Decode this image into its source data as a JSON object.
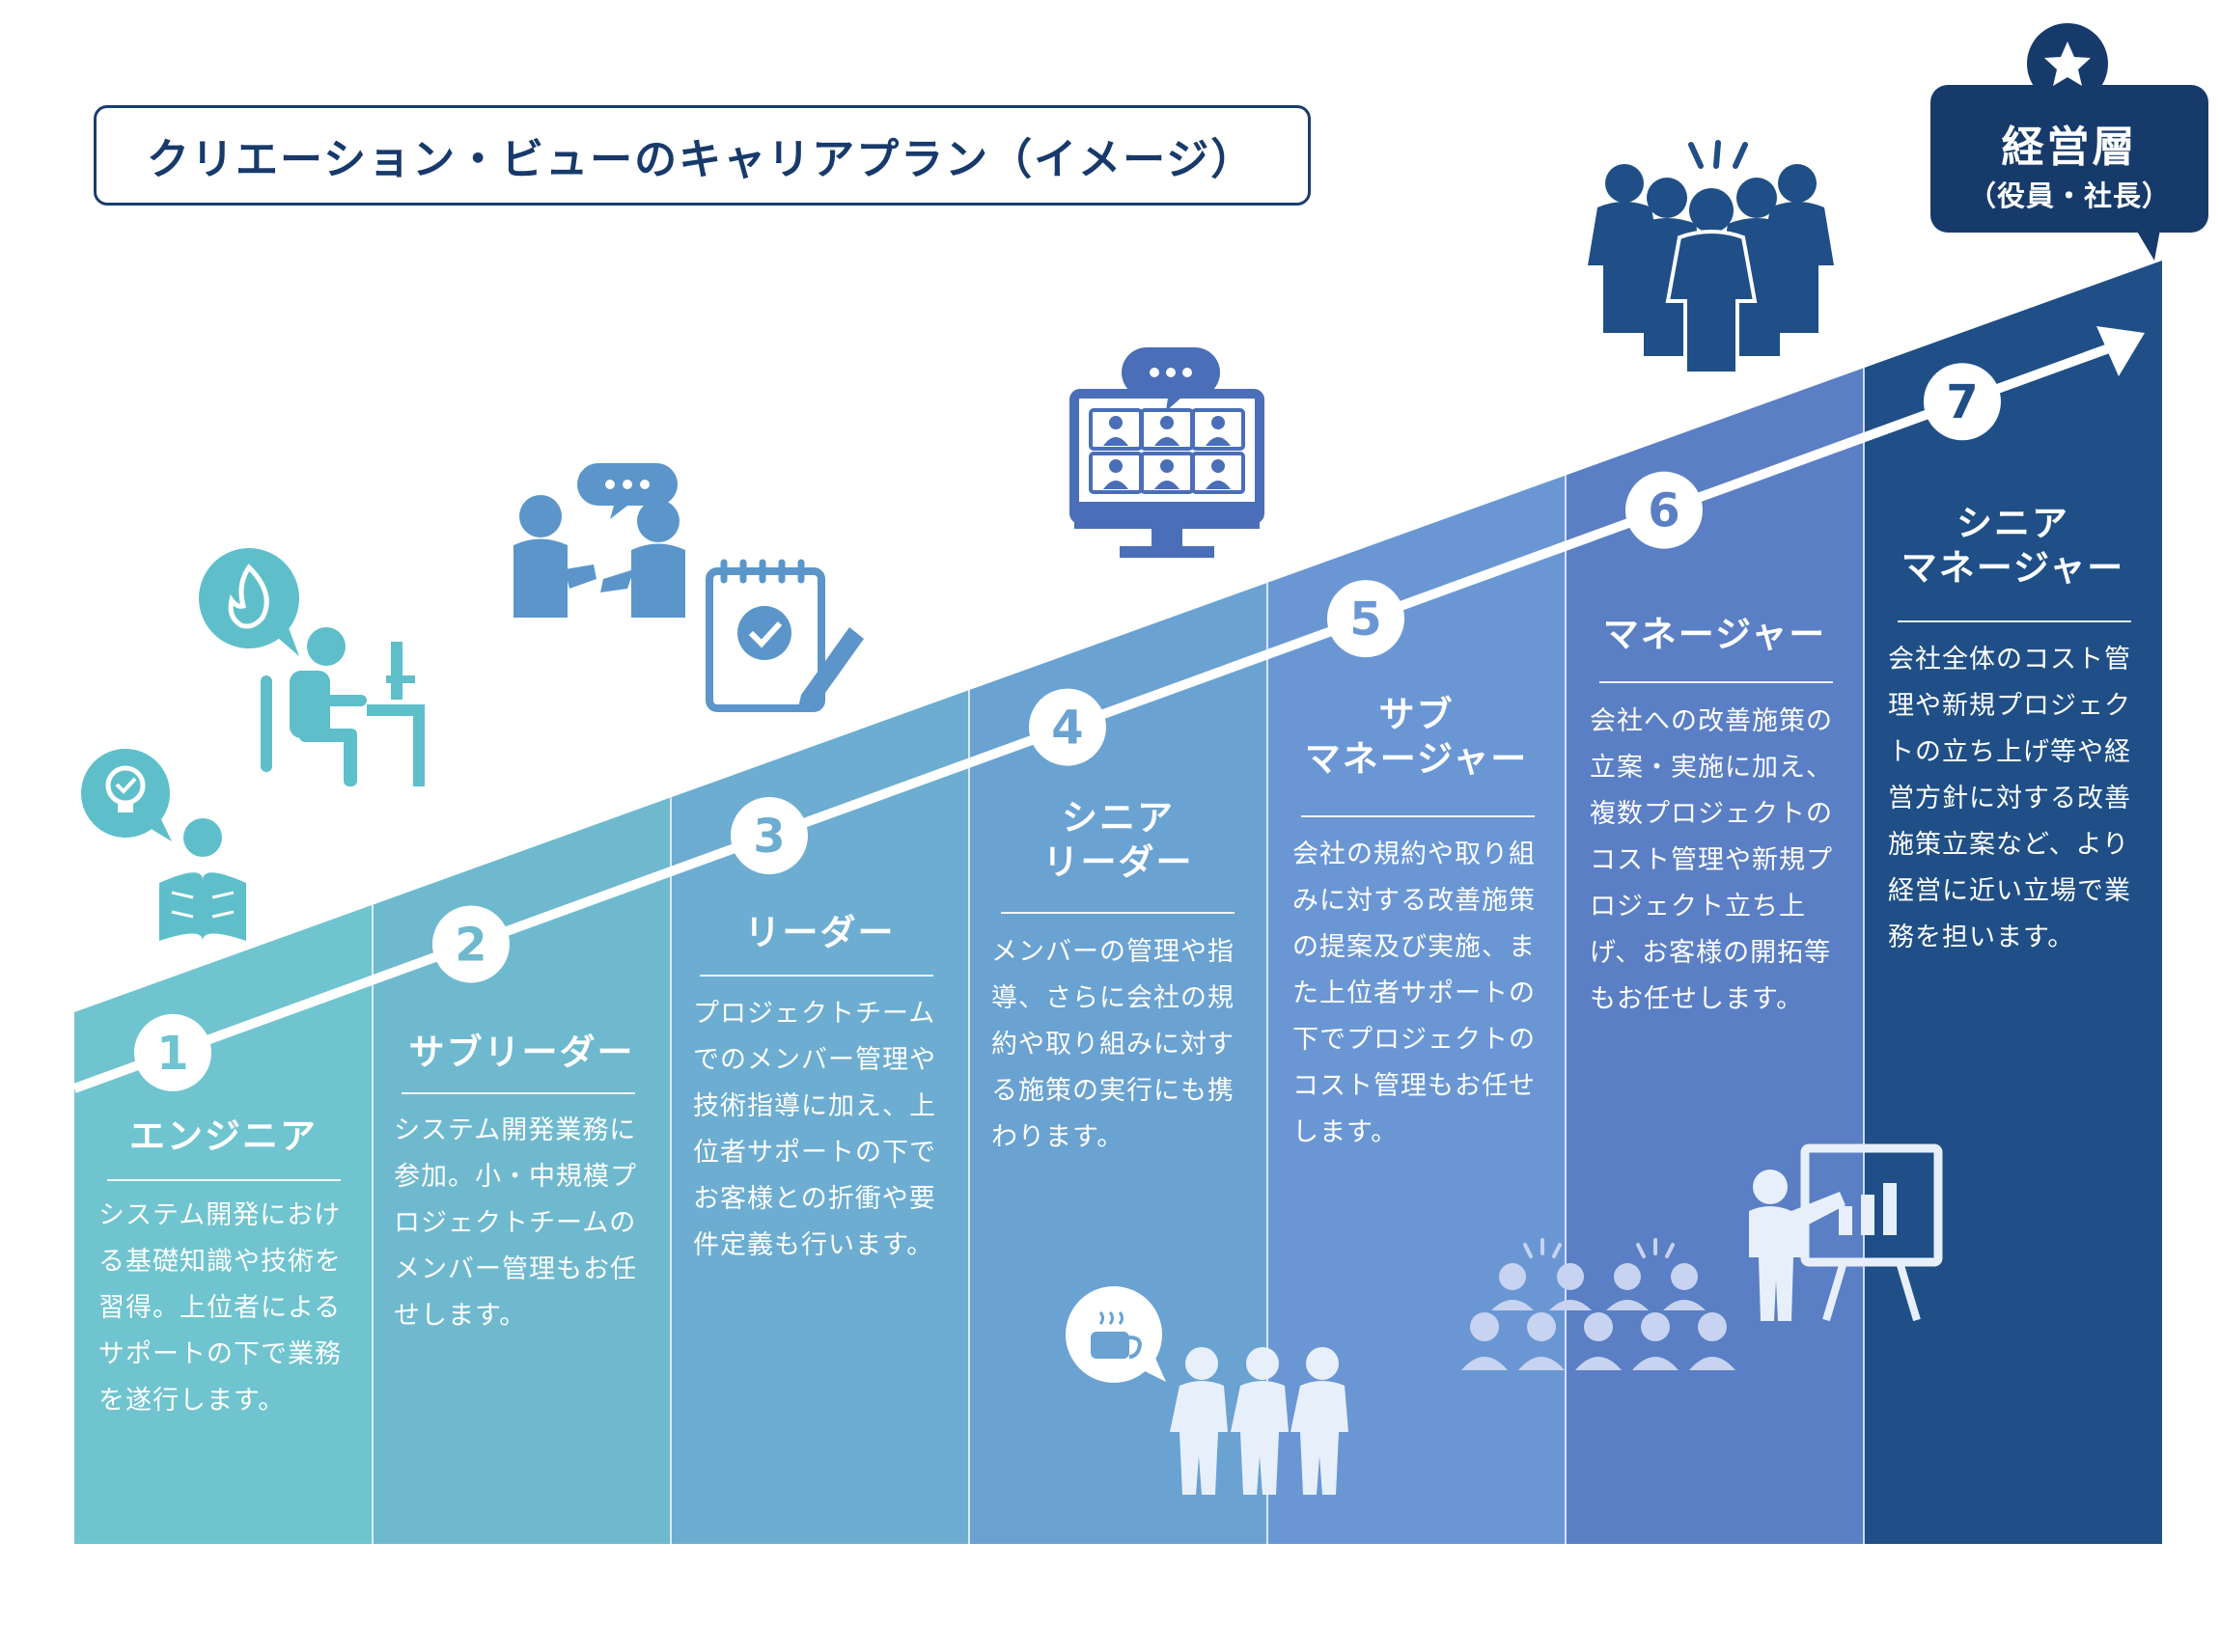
{
  "title": "クリエーション・ビューのキャリアプラン（イメージ）",
  "colors": {
    "navy": "#163b6b",
    "steps": [
      "#6fc4cf",
      "#6fb9cf",
      "#6cadd1",
      "#6aa2d2",
      "#6a97d4",
      "#5b7fc4",
      "#1f4f86"
    ],
    "icon_teal": "#5ebfca",
    "icon_blue": "#5c95c9",
    "icon_indigo": "#4a6eb8",
    "icon_navy": "#1f4f86"
  },
  "steps": [
    {
      "number": "1",
      "title": "エンジニア",
      "description": "システム開発におけ\nる基礎知識や技術を\n習得。上位者による\nサポートの下で業務\nを遂行します。"
    },
    {
      "number": "2",
      "title": "サブリーダー",
      "description": "システム開発業務に\n参加。小・中規模プ\nロジェクトチームの\nメンバー管理もお任\nせします。"
    },
    {
      "number": "3",
      "title": "リーダー",
      "description": "プロジェクトチーム\nでのメンバー管理や\n技術指導に加え、上\n位者サポートの下で\nお客様との折衝や要\n件定義も行います。"
    },
    {
      "number": "4",
      "title": "シニア\nリーダー",
      "description": "メンバーの管理や指\n導、さらに会社の規\n約や取り組みに対す\nる施策の実行にも携\nわります。"
    },
    {
      "number": "5",
      "title": "サブ\nマネージャー",
      "description": "会社の規約や取り組\nみに対する改善施策\nの提案及び実施、ま\nた上位者サポートの\n下でプロジェクトの\nコスト管理もお任せ\nします。"
    },
    {
      "number": "6",
      "title": "マネージャー",
      "description": "会社への改善施策の\n立案・実施に加え、\n複数プロジェクトの\nコスト管理や新規プ\nロジェクト立ち上\nげ、お客様の開拓等\nもお任せします。"
    },
    {
      "number": "7",
      "title": "シニア\nマネージャー",
      "description": "会社全体のコスト管\n理や新規プロジェク\nトの立ち上げ等や経\n営方針に対する改善\n施策立案など、より\n経営に近い立場で業\n務を担います。"
    }
  ],
  "executive": {
    "title": "経営層",
    "subtitle": "（役員・社長）",
    "icon": "star-icon"
  },
  "icons": [
    "lightbulb-bubble-icon",
    "reading-person-icon",
    "flame-bubble-icon",
    "desk-worker-icon",
    "conversation-icon",
    "task-checklist-icon",
    "video-meeting-icon",
    "coffee-break-icon",
    "team-group-icon",
    "audience-icon",
    "presentation-icon",
    "crowd-icon"
  ]
}
